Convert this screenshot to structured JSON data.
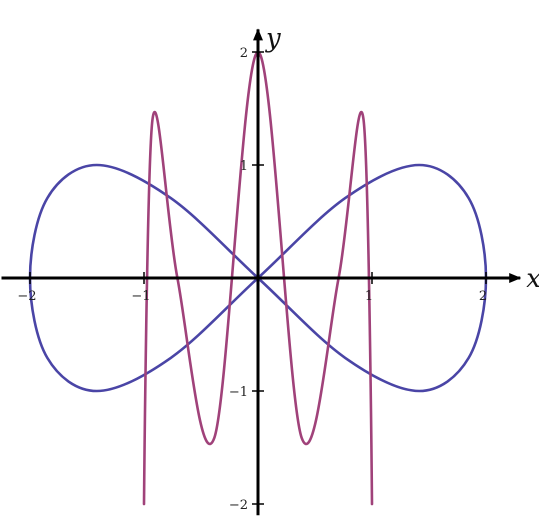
{
  "chart_data": {
    "type": "line",
    "title": "",
    "xlabel": "x",
    "ylabel": "y",
    "xlim": [
      -2.25,
      2.3
    ],
    "ylim": [
      -2.1,
      2.2
    ],
    "grid": false,
    "x_ticks": [
      {
        "value": -2,
        "label": "−2"
      },
      {
        "value": -1,
        "label": "−1"
      },
      {
        "value": 1,
        "label": "1"
      },
      {
        "value": 2,
        "label": "2"
      }
    ],
    "y_ticks": [
      {
        "value": 2,
        "label": "2"
      },
      {
        "value": 1,
        "label": "1"
      },
      {
        "value": -1,
        "label": "−1"
      },
      {
        "value": -2,
        "label": "−2"
      }
    ],
    "series": [
      {
        "color": "#4a45a6",
        "x": [
          0,
          0.765,
          1.414,
          1.848,
          2,
          1.848,
          1.414,
          0.765,
          0,
          -0.765,
          -1.414,
          -1.848,
          -2,
          -1.848,
          -1.414,
          -0.765,
          0
        ],
        "y": [
          0,
          0.707,
          1,
          0.707,
          0,
          -0.707,
          -1,
          -0.707,
          0,
          0.707,
          1,
          0.707,
          0,
          -0.707,
          -1,
          -0.707,
          0
        ]
      },
      {
        "color": "#a0427a",
        "x": [
          0,
          0.383,
          0.707,
          0.924,
          1,
          0.924,
          0.707,
          0.383,
          0,
          -0.383,
          -0.707,
          -0.924,
          -1,
          -0.924,
          -0.707,
          -0.383,
          0
        ],
        "y": [
          2,
          -1.414,
          0,
          1.414,
          -2,
          1.414,
          0,
          -1.414,
          2,
          -1.414,
          0,
          1.414,
          -2,
          1.414,
          0,
          -1.414,
          2
        ]
      }
    ]
  }
}
